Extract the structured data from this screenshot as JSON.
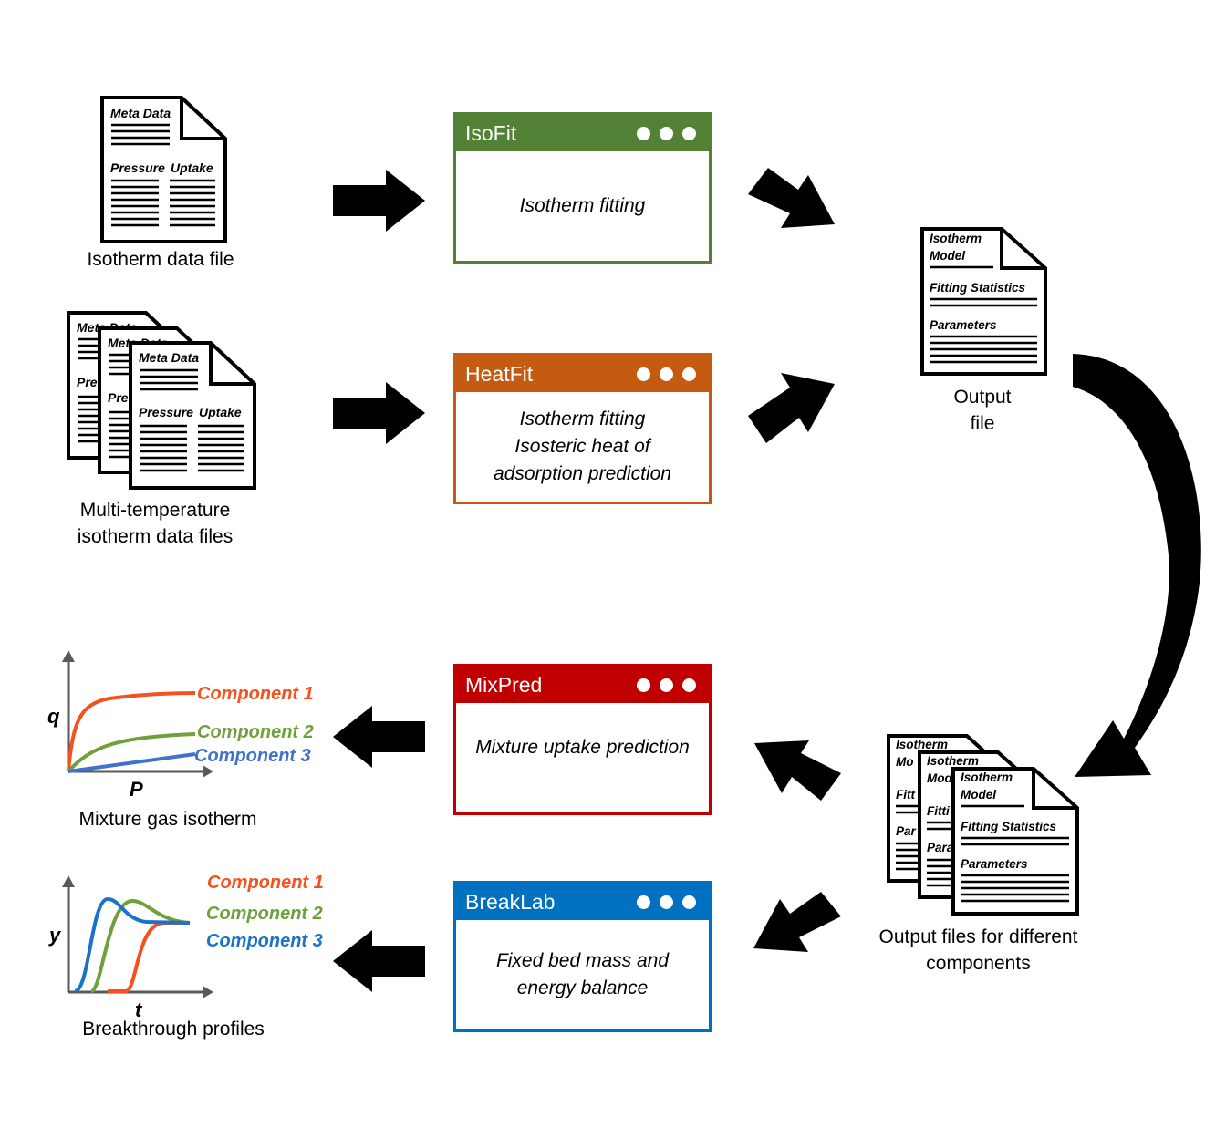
{
  "inputs": {
    "isotherm_file": {
      "caption": "Isotherm data file",
      "meta_label": "Meta Data",
      "col1_label": "Pressure",
      "col2_label": "Uptake"
    },
    "multi_file": {
      "caption_line1": "Multi-temperature",
      "caption_line2": "isotherm data files",
      "back_meta_label": "Meta Data",
      "back_col_label": "Pre",
      "meta_label": "Meta Data",
      "col1_label": "Pressure",
      "col2_label": "Uptake"
    }
  },
  "apps": {
    "isofit": {
      "title": "IsoFit",
      "body": "Isotherm fitting",
      "color": "#538135"
    },
    "heatfit": {
      "title": "HeatFit",
      "body_line1": "Isotherm fitting",
      "body_line2": "Isosteric heat of",
      "body_line3": "adsorption prediction",
      "color": "#C55A11"
    },
    "mixpred": {
      "title": "MixPred",
      "body": "Mixture uptake prediction",
      "color": "#C00000"
    },
    "breaklab": {
      "title": "BreakLab",
      "body_line1": "Fixed bed mass and",
      "body_line2": "energy balance",
      "color": "#0070C0"
    }
  },
  "output_file": {
    "caption_line1": "Output",
    "caption_line2": "file",
    "label_isotherm": "Isotherm",
    "label_model": "Model",
    "label_stats": "Fitting Statistics",
    "label_params": "Parameters"
  },
  "output_files": {
    "caption_line1": "Output files for different",
    "caption_line2": "components",
    "back1_isotherm": "Isotherm",
    "back1_model": "Mo",
    "back1_stats": "Fitt",
    "back1_params": "Par",
    "back2_isotherm": "Isotherm",
    "back2_model": "Mod",
    "back2_stats": "Fitti",
    "back2_params": "Para",
    "label_isotherm": "Isotherm",
    "label_model": "Model",
    "label_stats": "Fitting Statistics",
    "label_params": "Parameters"
  },
  "mixture_plot": {
    "caption": "Mixture gas isotherm",
    "ylabel": "q",
    "xlabel": "P",
    "series": [
      {
        "name": "Component 1",
        "color": "#F4511E"
      },
      {
        "name": "Component 2",
        "color": "#70A03C"
      },
      {
        "name": "Component 3",
        "color": "#3F72C8"
      }
    ]
  },
  "breakthrough_plot": {
    "caption": "Breakthrough profiles",
    "ylabel": "y",
    "xlabel": "t",
    "series": [
      {
        "name": "Component 1",
        "color": "#F4511E"
      },
      {
        "name": "Component 2",
        "color": "#70A03C"
      },
      {
        "name": "Component 3",
        "color": "#1A73C8"
      }
    ]
  }
}
